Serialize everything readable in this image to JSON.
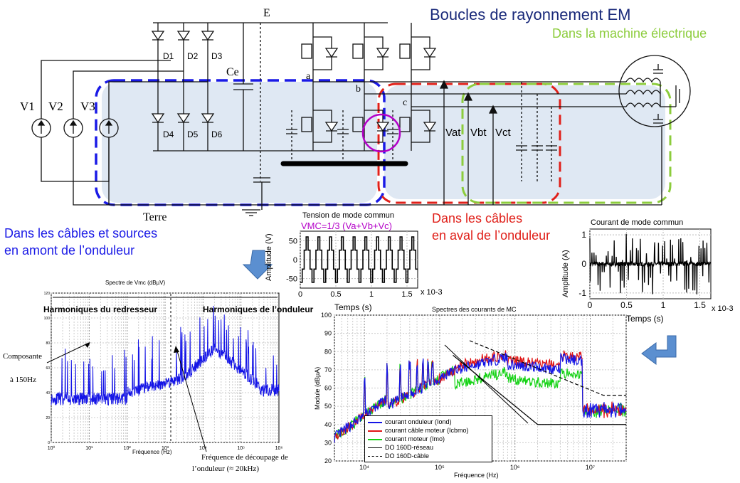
{
  "title": "Boucles de rayonnement EM",
  "colors": {
    "title": "#1a2a7a",
    "machine_green": "#8ccc3c",
    "cable_red": "#e0201a",
    "upstream_blue": "#1a1ae6",
    "mc_purple": "#b400c8",
    "loop_fill": "#dfe8f3",
    "arrow_fill": "#5b8fd0",
    "trace_blue": "#1515e6",
    "trace_red": "#e01414",
    "trace_green": "#14d214"
  },
  "circuit": {
    "sources": [
      "V1",
      "V2",
      "V3"
    ],
    "diodes_top": [
      "D1",
      "D2",
      "D3"
    ],
    "diodes_bottom": [
      "D4",
      "D5",
      "D6"
    ],
    "capacitor": "Ce",
    "bus": "E",
    "phases": [
      "a",
      "b",
      "c"
    ],
    "phase_voltages": [
      "Vat",
      "Vbt",
      "Vct"
    ],
    "ground": "Terre"
  },
  "loops": {
    "machine": "Dans la machine électrique",
    "cables_downstream": [
      "Dans les câbles",
      "en aval de l’onduleur"
    ],
    "upstream": [
      "Dans les câbles et sources",
      "en amont de l’onduleur"
    ]
  },
  "chart_data": [
    {
      "type": "line",
      "title": "Tension de mode commun",
      "formula": "VMC=1/3 (Va+Vb+Vc)",
      "xlabel": "Temps (s)",
      "ylabel": "Amplitude (V)",
      "x_multiplier": "x 10-3",
      "x_ticks": [
        "0",
        "0.5",
        "1",
        "1.5"
      ],
      "y_ticks": [
        "50",
        "0",
        "-50"
      ],
      "xlim": [
        0,
        1.65
      ],
      "ylim": [
        -75,
        75
      ],
      "levels": [
        -60,
        -25,
        25,
        60
      ],
      "grid": true
    },
    {
      "type": "line",
      "title": "Courant de mode commun",
      "xlabel": "Temps (s)",
      "ylabel": "Amplitude (A)",
      "x_multiplier": "x 10-3",
      "x_ticks": [
        "0",
        "0.5",
        "1",
        "1.5"
      ],
      "y_ticks": [
        "1",
        "0",
        "-1"
      ],
      "xlim": [
        0,
        1.65
      ],
      "ylim": [
        -1.2,
        1.2
      ],
      "grid": true
    },
    {
      "type": "line",
      "title": "Spectre de Vmc (dBµV)",
      "xlabel": "Fréquence (Hz)",
      "x_scale": "log",
      "xlim": [
        1,
        1000000
      ],
      "ylim": [
        0,
        120
      ],
      "y_ticks": [
        "120",
        "100",
        "80",
        "60",
        "40",
        "20",
        "0"
      ],
      "x_ticks": [
        "10⁰",
        "10¹",
        "10²",
        "10³",
        "10⁴",
        "10⁵",
        "10⁶"
      ],
      "grid": true,
      "annotations": {
        "left_region": "Harmoniques du redresseur",
        "right_region": "Harmoniques de l’onduleur",
        "component": [
          "Composante",
          "à 150Hz"
        ],
        "switching": [
          "Fréquence de découpage de",
          "l’onduleur (≈ 20kHz)"
        ]
      }
    },
    {
      "type": "line",
      "title": "Spectres des courants de MC",
      "xlabel": "Fréquence (Hz)",
      "ylabel": "Module (dBµA)",
      "x_scale": "log",
      "xlim": [
        4000,
        30000000
      ],
      "ylim": [
        20,
        100
      ],
      "y_ticks": [
        "100",
        "90",
        "80",
        "70",
        "60",
        "50",
        "40",
        "30",
        "20"
      ],
      "x_ticks": [
        "10⁴",
        "10⁵",
        "10⁶",
        "10⁷"
      ],
      "grid": true,
      "series": [
        {
          "name": "courant onduleur (Iond)",
          "color": "#1515e6"
        },
        {
          "name": "courant câble moteur (Icbmo)",
          "color": "#e01414"
        },
        {
          "name": "courant moteur (Imo)",
          "color": "#14d214"
        },
        {
          "name": "DO 160D-réseau",
          "color": "#000000",
          "points": [
            [
              150000,
              78
            ],
            [
              2000000,
              40
            ],
            [
              30000000,
              40
            ]
          ]
        },
        {
          "name": "DO 160D-câble",
          "color": "#000000",
          "points": [
            [
              250000,
              86
            ],
            [
              15000000,
              56
            ],
            [
              30000000,
              56
            ]
          ]
        }
      ]
    }
  ]
}
